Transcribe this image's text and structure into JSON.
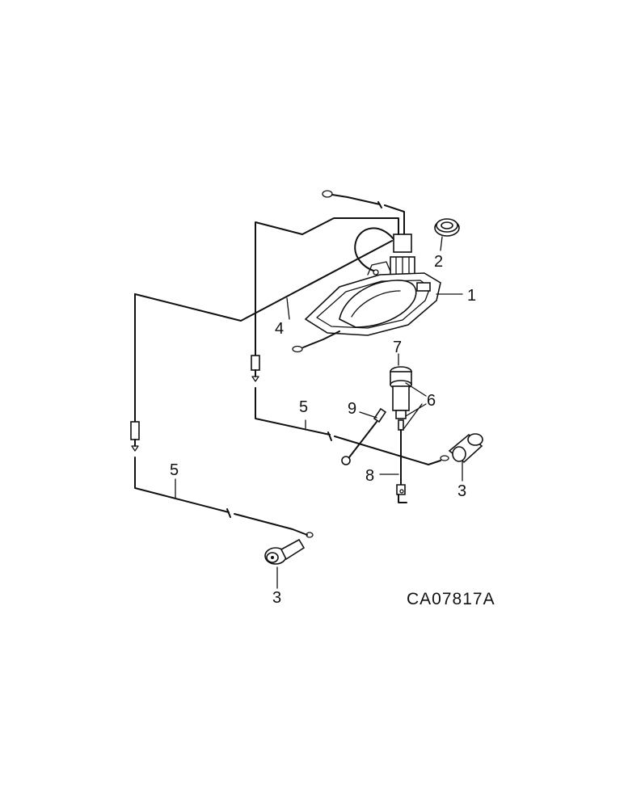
{
  "diagram": {
    "figure_code": "CA07817A",
    "callouts": [
      {
        "id": "c1",
        "label": "1"
      },
      {
        "id": "c2",
        "label": "2"
      },
      {
        "id": "c3a",
        "label": "3"
      },
      {
        "id": "c3b",
        "label": "3"
      },
      {
        "id": "c4",
        "label": "4"
      },
      {
        "id": "c5a",
        "label": "5"
      },
      {
        "id": "c5b",
        "label": "5"
      },
      {
        "id": "c6",
        "label": "6"
      },
      {
        "id": "c7",
        "label": "7"
      },
      {
        "id": "c8",
        "label": "8"
      },
      {
        "id": "c9",
        "label": "9"
      }
    ]
  }
}
